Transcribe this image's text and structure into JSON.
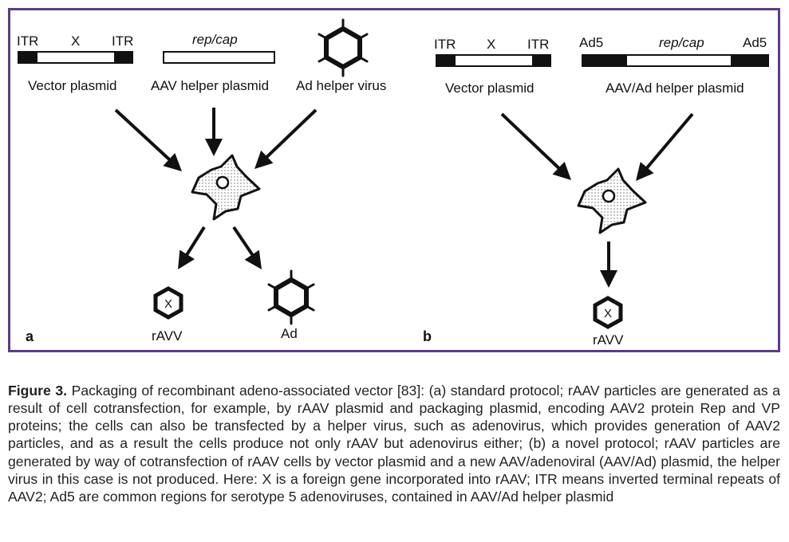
{
  "panel_a": {
    "panel_label": "a",
    "itr_left": "ITR",
    "gene_x": "X",
    "itr_right": "ITR",
    "vector_plasmid": "Vector plasmid",
    "repcap": "rep/cap",
    "aav_helper_plasmid": "AAV helper plasmid",
    "ad_helper_virus": "Ad helper virus",
    "virion_x": "X",
    "product_raav": "rAVV",
    "product_ad": "Ad"
  },
  "panel_b": {
    "panel_label": "b",
    "itr_left": "ITR",
    "gene_x": "X",
    "itr_right": "ITR",
    "vector_plasmid": "Vector plasmid",
    "ad5_left": "Ad5",
    "repcap": "rep/cap",
    "ad5_right": "Ad5",
    "aav_ad_helper_plasmid": "AAV/Ad helper plasmid",
    "virion_x": "X",
    "product_raav": "rAVV"
  },
  "caption": {
    "label": "Figure 3.",
    "text": " Packaging of recombinant adeno-associated vector [83]: (a) standard protocol; rAAV particles are generated as a result of cell cotransfection, for example, by rAAV plasmid and packaging plasmid, encoding AAV2 protein Rep and VP proteins; the cells can also be transfected by a helper virus, such as adenovirus, which provides generation of AAV2 particles, and as a result the cells produce not only rAAV but adenovirus either; (b) a novel protocol; rAAV particles are generated by way of cotransfection of rAAV cells by vector plasmid and a new AAV/adenoviral (AAV/Ad) plasmid, the helper virus in this case is not produced. Here: X is a foreign gene incorporated into rAAV; ITR means inverted terminal repeats of AAV2; Ad5 are common regions for serotype 5 adenoviruses, contained in AAV/Ad helper plasmid"
  },
  "colors": {
    "frame": "#5b3c88",
    "ink": "#111111",
    "caption_text": "#222222"
  }
}
